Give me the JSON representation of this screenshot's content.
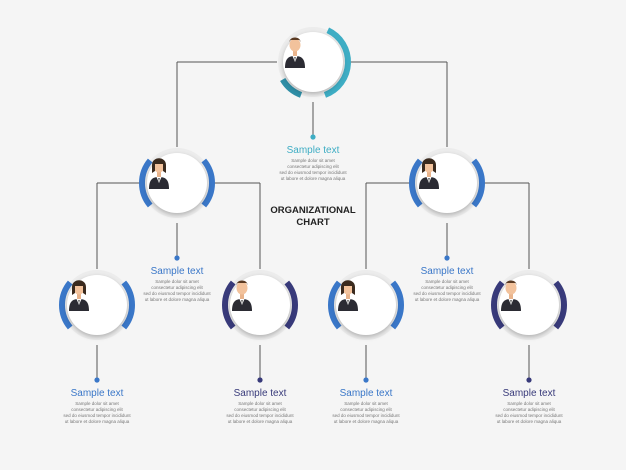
{
  "title": [
    "ORGANIZATIONAL",
    "CHART"
  ],
  "colors": {
    "teal": "#3eadc4",
    "teal_dark": "#2f8ea6",
    "blue": "#3a77c8",
    "navy": "#383a7a",
    "line": "#555555",
    "text_grey": "#777777"
  },
  "nodes": [
    {
      "id": "ceo",
      "role": "man",
      "accent": "teal",
      "label": "Sample text",
      "desc": [
        "Sample dolor sit amet",
        "consectetur adipiscing elit",
        "sed do eiusmod tempor incididunt",
        "ut labore et dolore magna aliqua"
      ]
    },
    {
      "id": "manager-left",
      "role": "woman",
      "accent": "blue",
      "label": "Sample text",
      "desc": [
        "Sample dolor sit amet",
        "consectetur adipiscing elit",
        "sed do eiusmod tempor incididunt",
        "ut labore et dolore magna aliqua"
      ]
    },
    {
      "id": "manager-right",
      "role": "woman",
      "accent": "blue",
      "label": "Sample text",
      "desc": [
        "Sample dolor sit amet",
        "consectetur adipiscing elit",
        "sed do eiusmod tempor incididunt",
        "ut labore et dolore magna aliqua"
      ]
    },
    {
      "id": "staff-1",
      "role": "woman",
      "accent": "blue",
      "label": "Sample text",
      "desc": [
        "Sample dolor sit amet",
        "consectetur adipiscing elit",
        "sed do eiusmod tempor incididunt",
        "ut labore et dolore magna aliqua"
      ]
    },
    {
      "id": "staff-2",
      "role": "man",
      "accent": "navy",
      "label": "Sample text",
      "desc": [
        "Sample dolor sit amet",
        "consectetur adipiscing elit",
        "sed do eiusmod tempor incididunt",
        "ut labore et dolore magna aliqua"
      ]
    },
    {
      "id": "staff-3",
      "role": "woman",
      "accent": "blue",
      "label": "Sample text",
      "desc": [
        "Sample dolor sit amet",
        "consectetur adipiscing elit",
        "sed do eiusmod tempor incididunt",
        "ut labore et dolore magna aliqua"
      ]
    },
    {
      "id": "staff-4",
      "role": "man",
      "accent": "navy",
      "label": "Sample text",
      "desc": [
        "Sample dolor sit amet",
        "consectetur adipiscing elit",
        "sed do eiusmod tempor incididunt",
        "ut labore et dolore magna aliqua"
      ]
    }
  ],
  "edges": [
    [
      "ceo",
      "manager-left"
    ],
    [
      "ceo",
      "manager-right"
    ],
    [
      "manager-left",
      "staff-1"
    ],
    [
      "manager-left",
      "staff-2"
    ],
    [
      "manager-right",
      "staff-3"
    ],
    [
      "manager-right",
      "staff-4"
    ]
  ]
}
